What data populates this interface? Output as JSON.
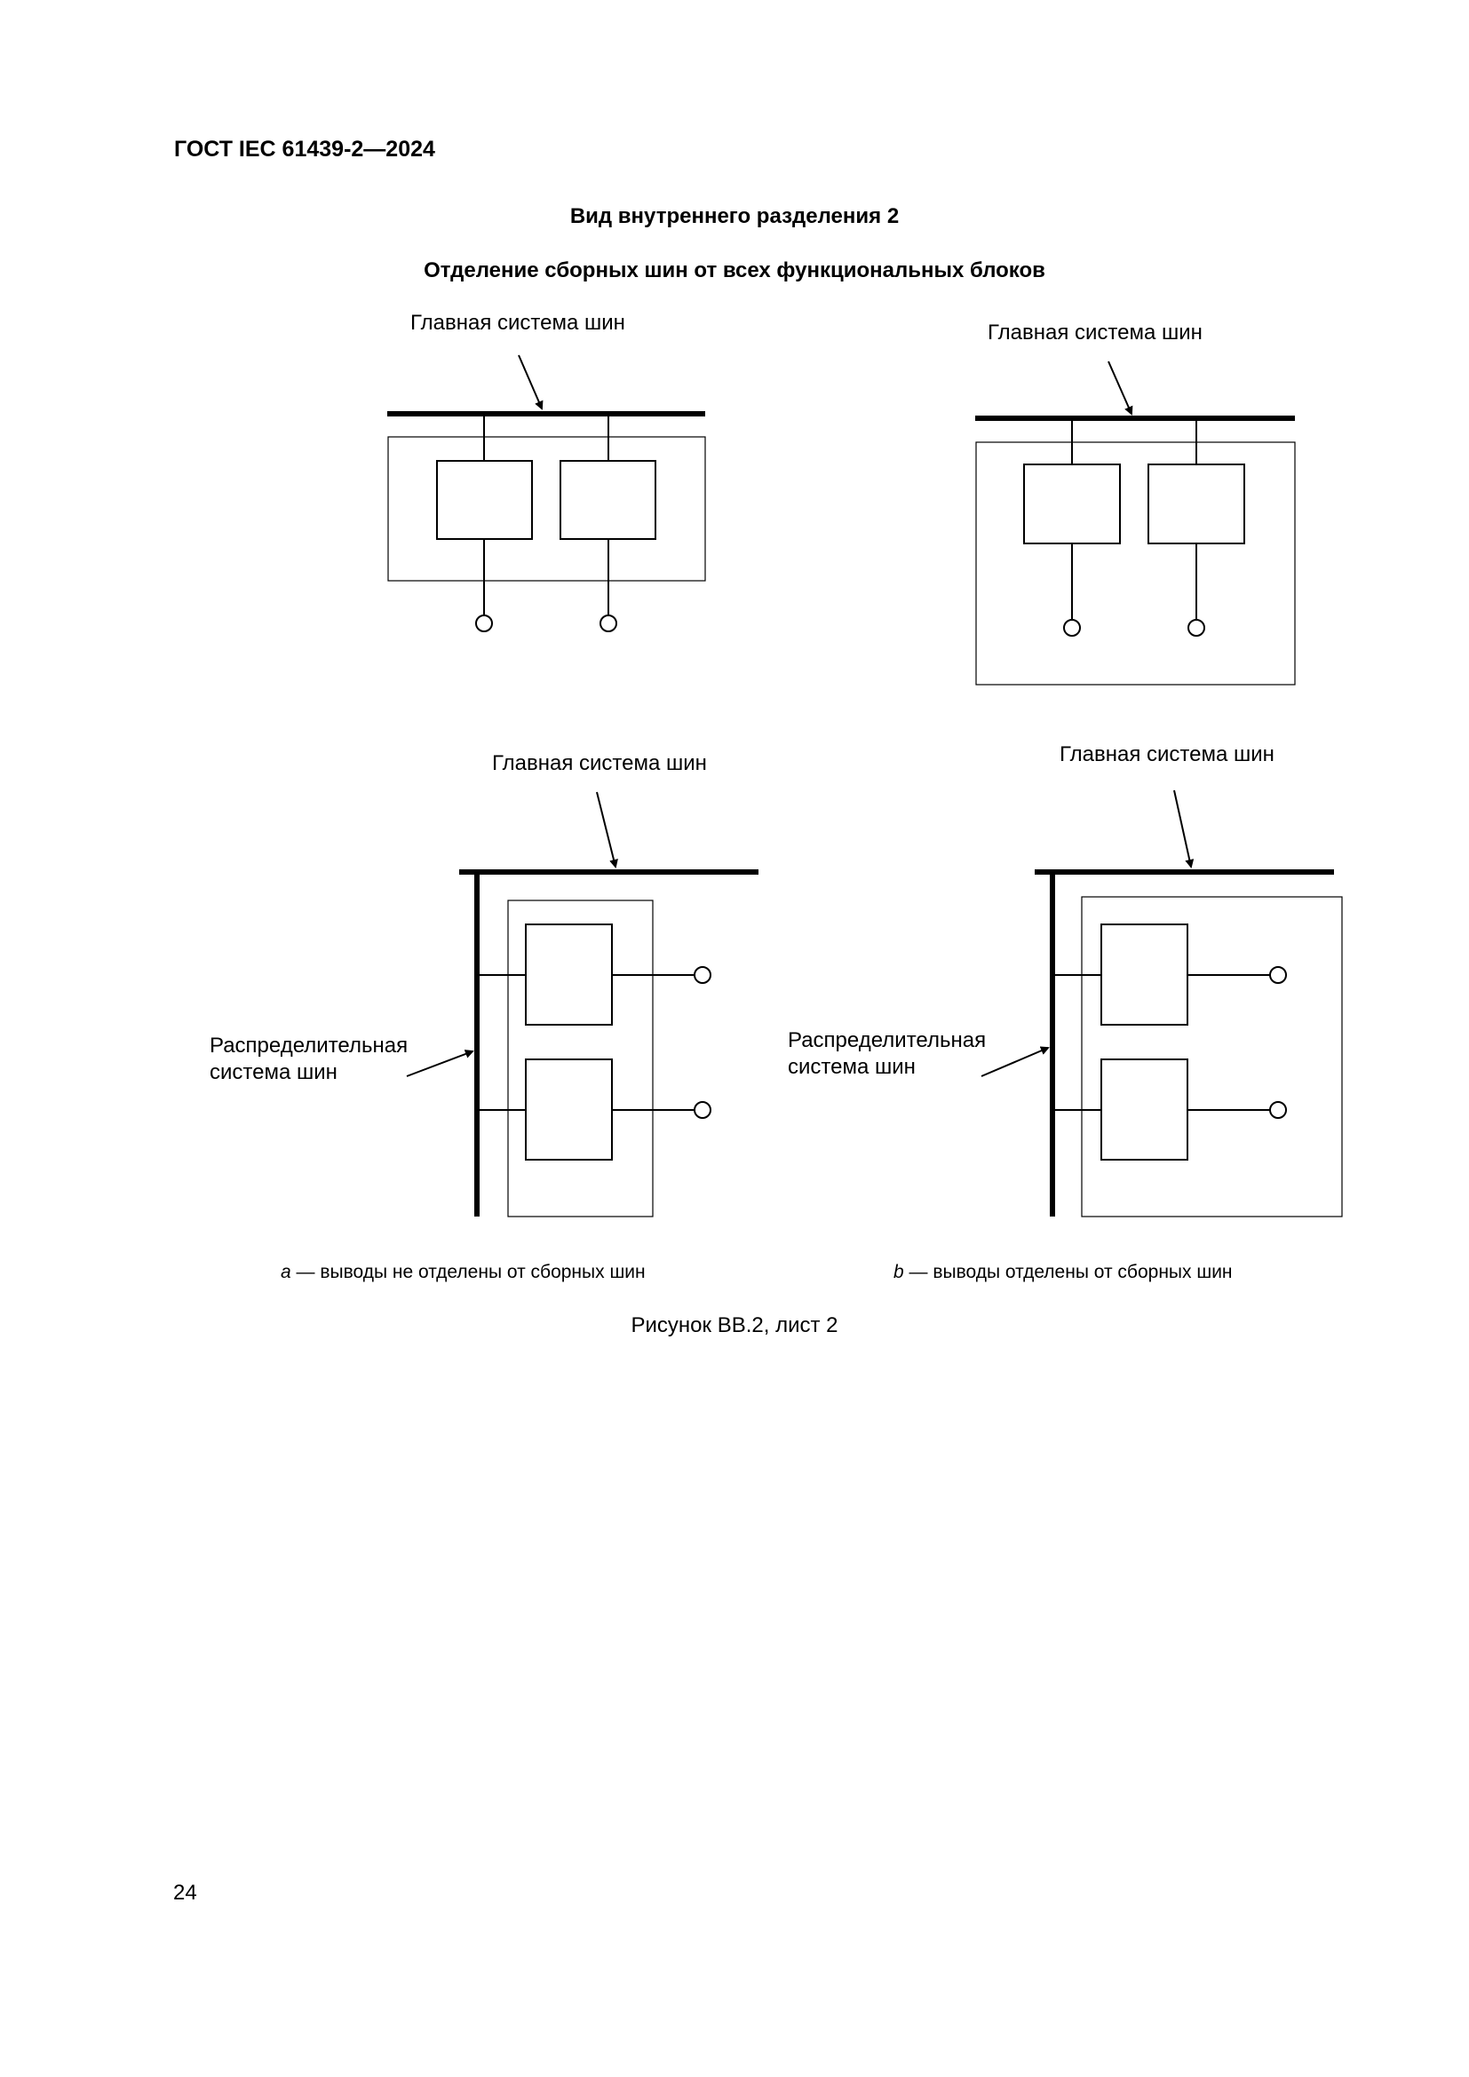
{
  "header": {
    "doc_id": "ГОСТ IEC 61439-2—2024"
  },
  "section": {
    "title": "Вид внутреннего разделения 2",
    "subtitle": "Отделение сборных шин от всех функциональных блоков"
  },
  "diagrams": {
    "main_busbar_label": "Главная система шин",
    "distribution_busbar_label_line1": "Распределительная",
    "distribution_busbar_label_line2": "система шин"
  },
  "captions": {
    "a_letter": "a",
    "a_text": " — выводы не отделены от сборных шин",
    "b_letter": "b",
    "b_text": " — выводы отделены от сборных шин"
  },
  "figure_caption": "Рисунок BB.2, лист 2",
  "page_number": "24"
}
